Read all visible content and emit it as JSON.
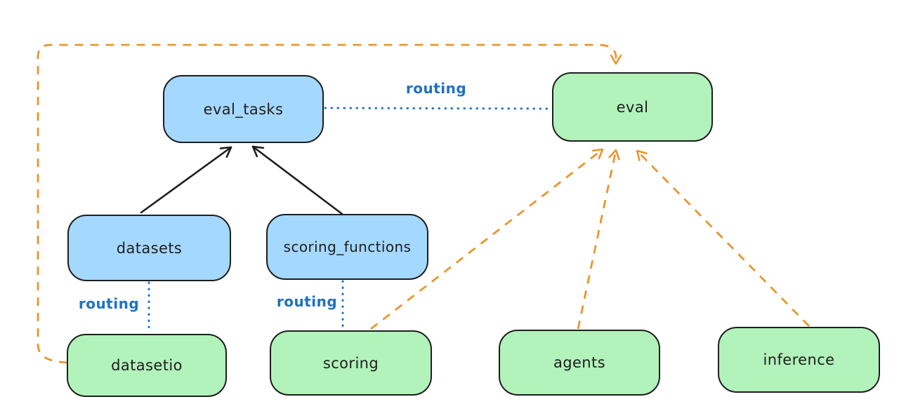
{
  "diagram": {
    "nodes": {
      "eval_tasks": {
        "label": "eval_tasks",
        "kind": "registry",
        "fill": "#a5d8ff"
      },
      "eval": {
        "label": "eval",
        "kind": "api",
        "fill": "#b2f2bb"
      },
      "datasets": {
        "label": "datasets",
        "kind": "registry",
        "fill": "#a5d8ff"
      },
      "scoring_functions": {
        "label": "scoring_functions",
        "kind": "registry",
        "fill": "#a5d8ff"
      },
      "datasetio": {
        "label": "datasetio",
        "kind": "api",
        "fill": "#b2f2bb"
      },
      "scoring": {
        "label": "scoring",
        "kind": "api",
        "fill": "#b2f2bb"
      },
      "agents": {
        "label": "agents",
        "kind": "api",
        "fill": "#b2f2bb"
      },
      "inference": {
        "label": "inference",
        "kind": "api",
        "fill": "#b2f2bb"
      }
    },
    "edges": [
      {
        "from": "datasets",
        "to": "eval_tasks",
        "style": "solid",
        "arrow": true,
        "color": "#1e1e1e"
      },
      {
        "from": "scoring_functions",
        "to": "eval_tasks",
        "style": "solid",
        "arrow": true,
        "color": "#1e1e1e"
      },
      {
        "from": "eval_tasks",
        "to": "eval",
        "style": "dotted",
        "arrow": false,
        "color": "#1f72c2",
        "label": "routing"
      },
      {
        "from": "datasets",
        "to": "datasetio",
        "style": "dotted",
        "arrow": false,
        "color": "#1f72c2",
        "label": "routing"
      },
      {
        "from": "scoring_functions",
        "to": "scoring",
        "style": "dotted",
        "arrow": false,
        "color": "#1f72c2",
        "label": "routing"
      },
      {
        "from": "datasetio",
        "to": "eval",
        "style": "dashed",
        "arrow": true,
        "color": "#e8962e"
      },
      {
        "from": "scoring",
        "to": "eval",
        "style": "dashed",
        "arrow": true,
        "color": "#e8962e"
      },
      {
        "from": "agents",
        "to": "eval",
        "style": "dashed",
        "arrow": true,
        "color": "#e8962e"
      },
      {
        "from": "inference",
        "to": "eval",
        "style": "dashed",
        "arrow": true,
        "color": "#e8962e"
      }
    ]
  },
  "theme": {
    "canvas-bg": "#ffffff",
    "node-stroke": "#1e1e1e",
    "node-text": "#1e1e1e",
    "blue-fill": "#a5d8ff",
    "green-fill": "#b2f2bb",
    "routing-blue": "#1f72c2",
    "provider-orange": "#e8962e"
  }
}
